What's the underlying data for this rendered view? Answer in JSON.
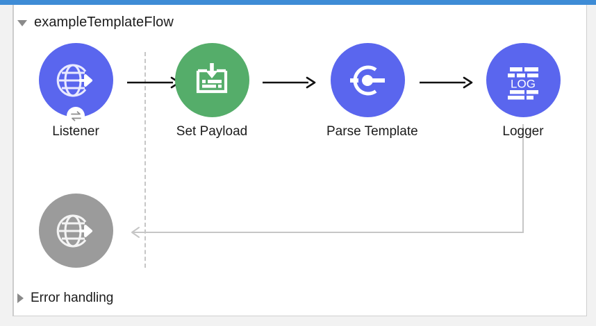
{
  "window": {
    "accent_color": "#3e8cd6",
    "panel_background": "#ffffff",
    "frame_background": "#f2f2f2"
  },
  "flow": {
    "title": "exampleTemplateFlow",
    "disclosure_state": "expanded",
    "disclosure_icon": "triangle-down-icon"
  },
  "error_handling": {
    "title": "Error handling",
    "disclosure_state": "collapsed",
    "disclosure_icon": "triangle-right-icon"
  },
  "colors": {
    "node_purple": "#5a66ee",
    "node_green": "#55ad6a",
    "node_gray": "#9b9b9b",
    "arrow_black": "#111111",
    "wire_gray": "#c6c6c6",
    "dashed_gray": "#c6c6c6"
  },
  "nodes": [
    {
      "id": "listener",
      "label": "Listener",
      "icon": "globe-arrow-icon",
      "color": "#5a66ee",
      "badge": "exchange-arrows-icon",
      "state": "active"
    },
    {
      "id": "set-payload",
      "label": "Set Payload",
      "icon": "document-download-icon",
      "color": "#55ad6a",
      "badge": null,
      "state": "active"
    },
    {
      "id": "parse-template",
      "label": "Parse Template",
      "icon": "parse-transform-icon",
      "color": "#5a66ee",
      "badge": null,
      "state": "active"
    },
    {
      "id": "logger",
      "label": "Logger",
      "icon": "log-lines-icon",
      "color": "#5a66ee",
      "badge": null,
      "state": "active",
      "icon_text": "LOG"
    },
    {
      "id": "error-listener",
      "label": "",
      "icon": "globe-arrow-icon",
      "color": "#9b9b9b",
      "badge": null,
      "state": "inactive"
    }
  ],
  "connectors": [
    {
      "id": "listener-to-set-payload",
      "from": "listener",
      "to": "set-payload",
      "style": "solid-black-arrow"
    },
    {
      "id": "set-payload-to-parse-template",
      "from": "set-payload",
      "to": "parse-template",
      "style": "solid-black-arrow"
    },
    {
      "id": "parse-template-to-logger",
      "from": "parse-template",
      "to": "logger",
      "style": "solid-black-arrow"
    },
    {
      "id": "logger-to-error-listener",
      "from": "logger",
      "to": "error-listener",
      "style": "gray-elbow-arrow"
    }
  ]
}
